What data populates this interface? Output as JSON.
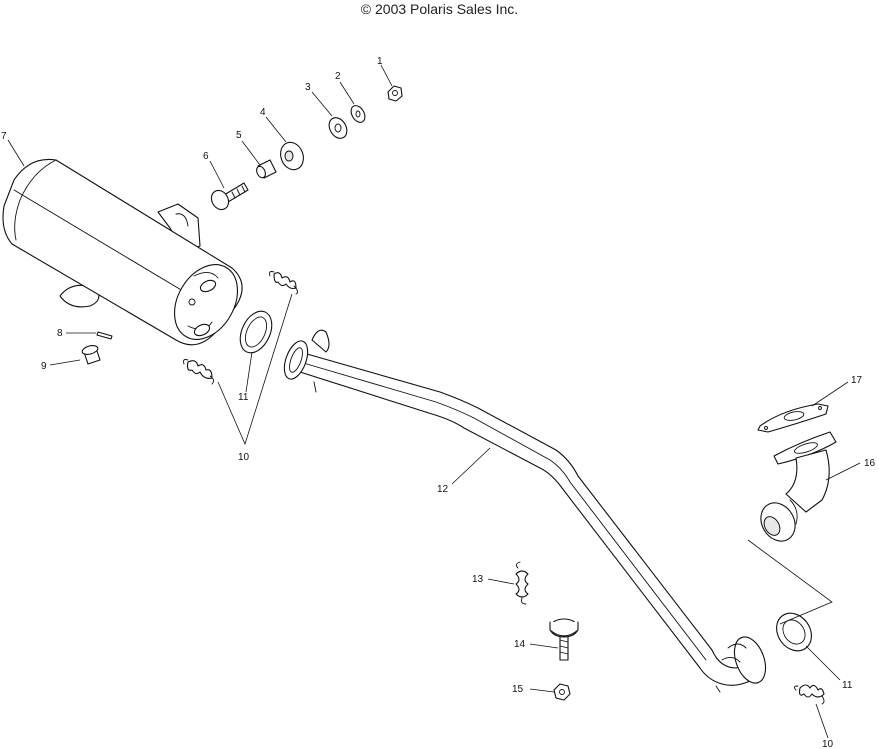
{
  "copyright": "© 2003 Polaris Sales Inc.",
  "callouts": {
    "c1": "1",
    "c2": "2",
    "c3": "3",
    "c4": "4",
    "c5": "5",
    "c6": "6",
    "c7": "7",
    "c8": "8",
    "c9": "9",
    "c10a": "10",
    "c10b": "10",
    "c11a": "11",
    "c11b": "11",
    "c12": "12",
    "c13": "13",
    "c14": "14",
    "c15": "15",
    "c16": "16",
    "c17": "17"
  }
}
